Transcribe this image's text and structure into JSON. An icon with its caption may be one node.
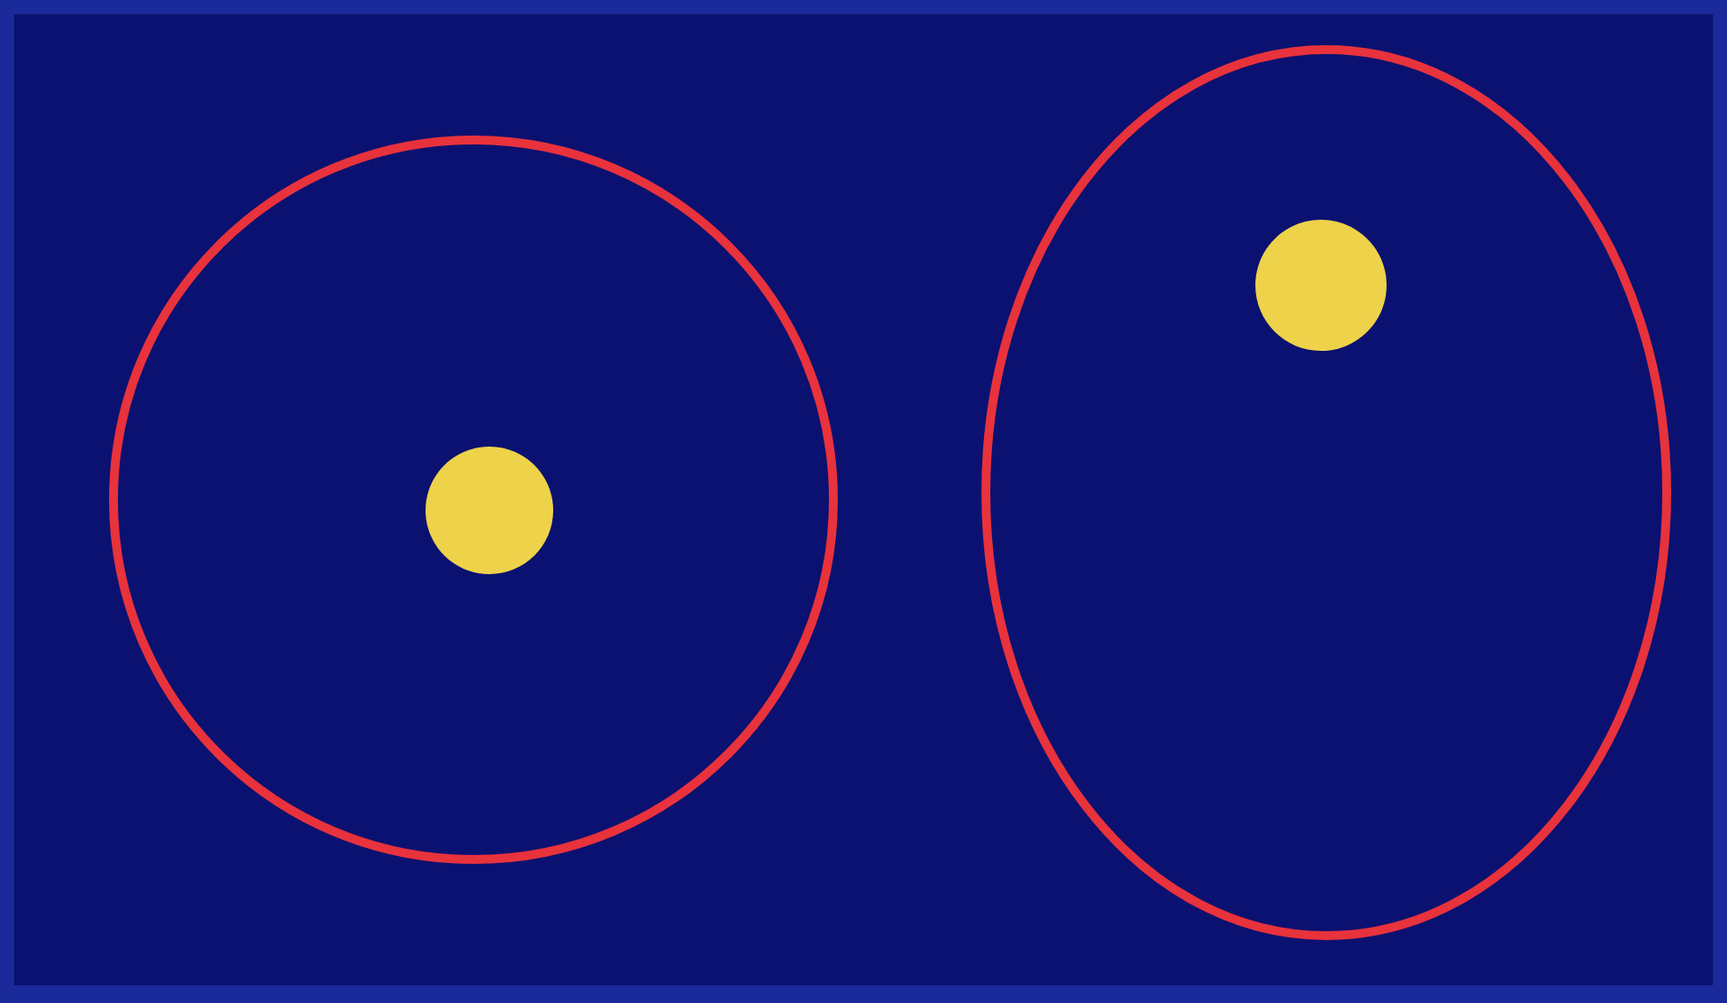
{
  "diagram": {
    "nodes": [
      {
        "text": [],
        "shape": "circle"
      },
      {
        "text": [],
        "shape": "circle",
        "in": 0
      },
      {
        "text": [],
        "shape": "ellipse"
      },
      {
        "text": [],
        "shape": "circle",
        "in": 2
      }
    ]
  }
}
